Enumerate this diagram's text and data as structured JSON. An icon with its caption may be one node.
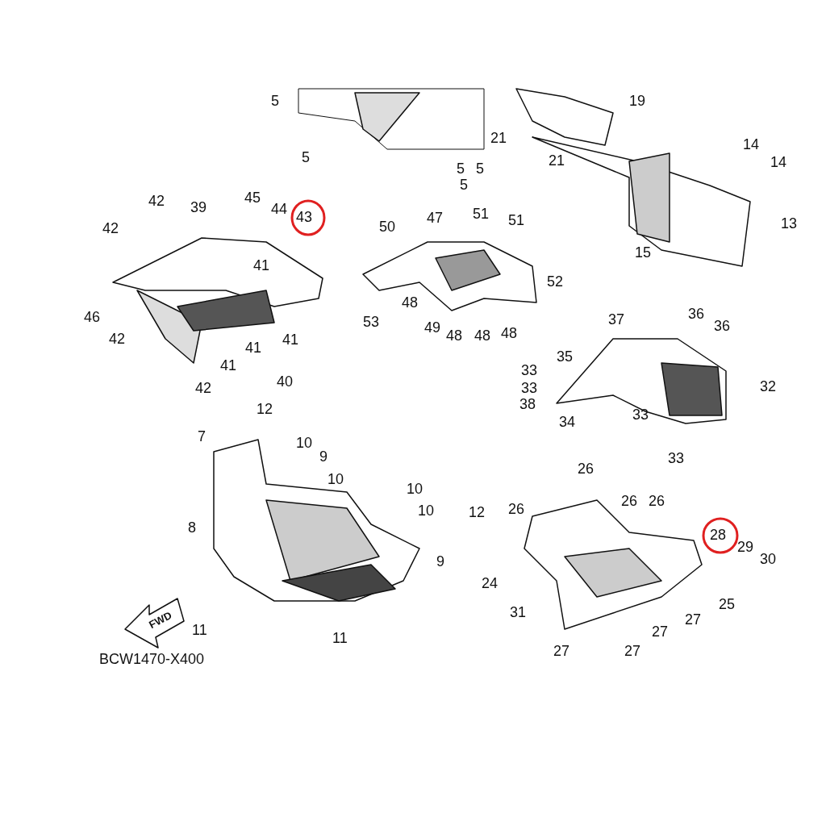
{
  "diagram": {
    "labels": [
      "5",
      "19",
      "5",
      "21",
      "14",
      "21",
      "5",
      "14",
      "5",
      "5",
      "42",
      "45",
      "39",
      "44",
      "43",
      "51",
      "47",
      "51",
      "13",
      "42",
      "50",
      "15",
      "41",
      "52",
      "48",
      "37",
      "36",
      "46",
      "53",
      "36",
      "49",
      "42",
      "48",
      "48",
      "48",
      "41",
      "41",
      "35",
      "33",
      "41",
      "40",
      "32",
      "42",
      "33",
      "38",
      "12",
      "33",
      "34",
      "7",
      "10",
      "9",
      "33",
      "26",
      "10",
      "10",
      "26",
      "26",
      "26",
      "12",
      "10",
      "28",
      "8",
      "29",
      "30",
      "9",
      "24",
      "25",
      "31",
      "27",
      "11",
      "11",
      "27",
      "27",
      "27",
      "FWD",
      "BCW1470-X400"
    ]
  }
}
